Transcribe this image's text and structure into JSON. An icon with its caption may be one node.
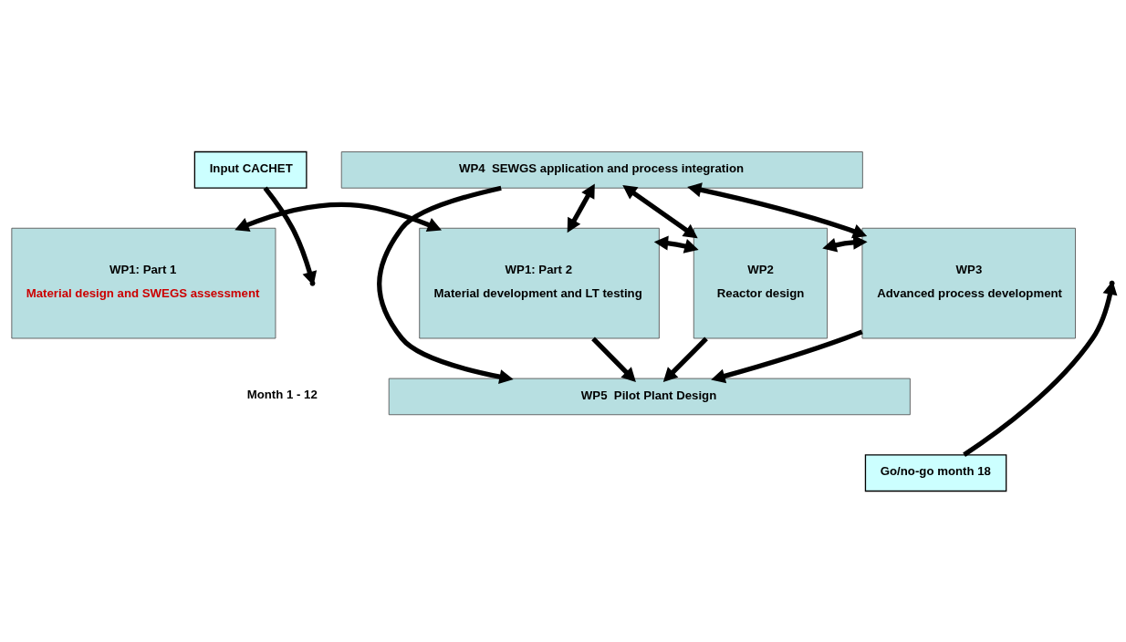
{
  "diagram": {
    "nodes": [
      {
        "text": [
          "Input CACHET"
        ]
      },
      {
        "text": [
          "WP4  SEWGS application and process integration"
        ]
      },
      {
        "text": [
          "WP1: Part 1",
          "Material design and SWEGS assessment"
        ]
      },
      {
        "text": [
          "WP1: Part 2",
          "Material development and LT testing"
        ]
      },
      {
        "text": [
          "WP2",
          "Reactor design"
        ]
      },
      {
        "text": [
          "WP3",
          "Advanced process development"
        ]
      },
      {
        "text": [
          "WP5  Pilot Plant Design"
        ]
      },
      {
        "text": [
          "Go/no-go month 18"
        ]
      }
    ],
    "edges": [
      {
        "from": 0,
        "to": null,
        "arrow": "to"
      },
      {
        "from": 7,
        "to": null,
        "arrow": "to"
      },
      {
        "from": 2,
        "to": 3,
        "arrow": "both"
      },
      {
        "from": 1,
        "to": 3,
        "arrow": "both"
      },
      {
        "from": 1,
        "to": 4,
        "arrow": "both"
      },
      {
        "from": 1,
        "to": 5,
        "arrow": "both"
      },
      {
        "from": 3,
        "to": 4,
        "arrow": "both"
      },
      {
        "from": 4,
        "to": 5,
        "arrow": "both"
      },
      {
        "from": 3,
        "to": 6,
        "arrow": "to"
      },
      {
        "from": 4,
        "to": 6,
        "arrow": "to"
      },
      {
        "from": 5,
        "to": 6,
        "arrow": "to"
      },
      {
        "from": 1,
        "to": 6,
        "arrow": "to"
      }
    ],
    "labels": [
      "Month 1 - 12"
    ]
  }
}
